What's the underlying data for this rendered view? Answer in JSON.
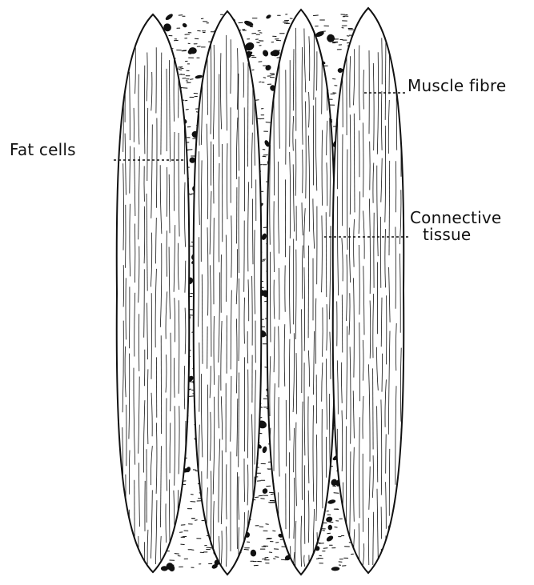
{
  "labels": {
    "muscle_fibre": "Muscle fibre",
    "fat_cells": "Fat cells",
    "connective_tissue_line1": "Connective",
    "connective_tissue_line2": "tissue"
  },
  "colors": {
    "ink": "#111111",
    "fibre_fill": "#ffffff",
    "background": "#ffffff"
  }
}
